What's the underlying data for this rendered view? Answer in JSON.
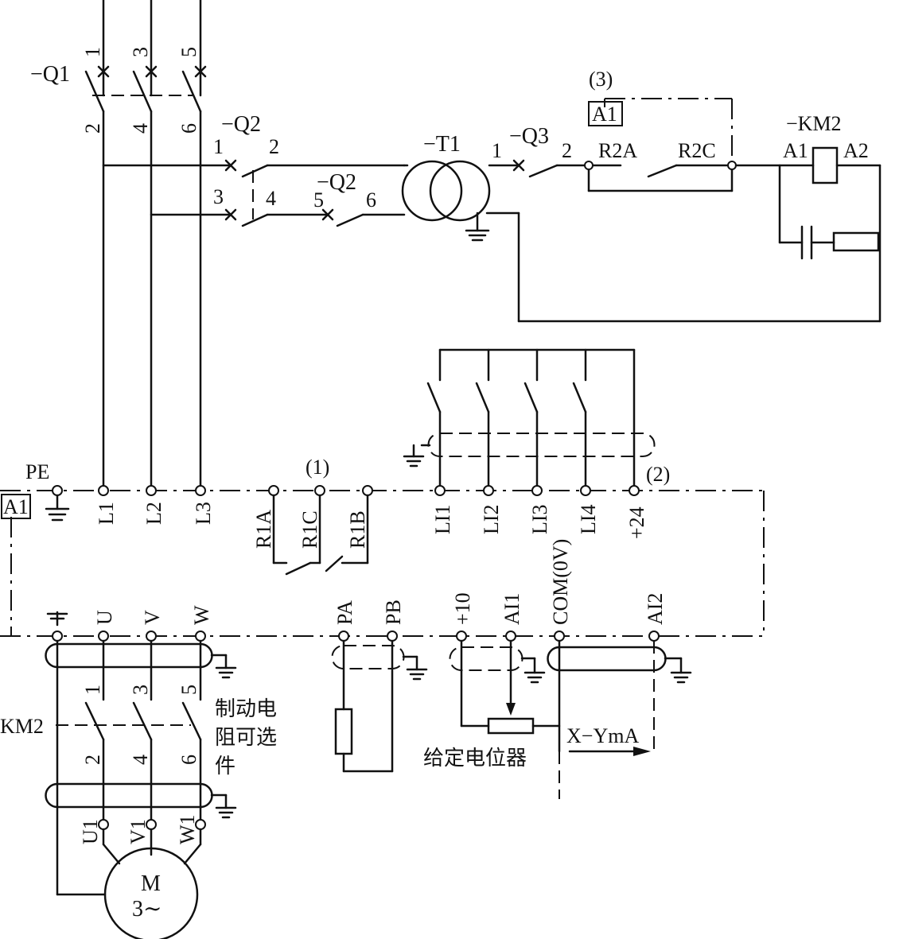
{
  "breakers": {
    "q1": "−Q1",
    "q2a": "−Q2",
    "q2b": "−Q2",
    "q3": "−Q3",
    "q1_terminals": [
      "1",
      "3",
      "5",
      "2",
      "4",
      "6"
    ],
    "q2a_terminals": [
      "1",
      "2",
      "3",
      "4"
    ],
    "q2b_terminals": [
      "5",
      "6"
    ],
    "q3_terminals": [
      "1",
      "2"
    ]
  },
  "transformer": {
    "label": "−T1"
  },
  "relay": {
    "note": "(3)",
    "box": "A1",
    "r2a": "R2A",
    "r2c": "R2C"
  },
  "contactor_coil": {
    "label": "−KM2",
    "a1": "A1",
    "a2": "A2"
  },
  "drive": {
    "box": "A1",
    "pe": "PE",
    "top_terminals": [
      "L1",
      "L2",
      "L3",
      "R1A",
      "R1C",
      "R1B",
      "LI1",
      "LI2",
      "LI3",
      "LI4",
      "+24"
    ],
    "note1": "(1)",
    "note2": "(2)",
    "bottom_terminals": [
      "U",
      "V",
      "W",
      "PA",
      "PB",
      "+10",
      "AI1",
      "COM(0V)",
      "AI2"
    ]
  },
  "output_contactor": {
    "label": "KM2",
    "terminals_top": [
      "1",
      "3",
      "5"
    ],
    "terminals_bottom": [
      "2",
      "4",
      "6"
    ]
  },
  "motor": {
    "line1": "M",
    "line2": "3∼",
    "terminals": [
      "U1",
      "V1",
      "W1"
    ]
  },
  "brake_note": [
    "制动电",
    "阻可选",
    "件"
  ],
  "potentiometer_label": "给定电位器",
  "analog_output_label": "X−YmA"
}
